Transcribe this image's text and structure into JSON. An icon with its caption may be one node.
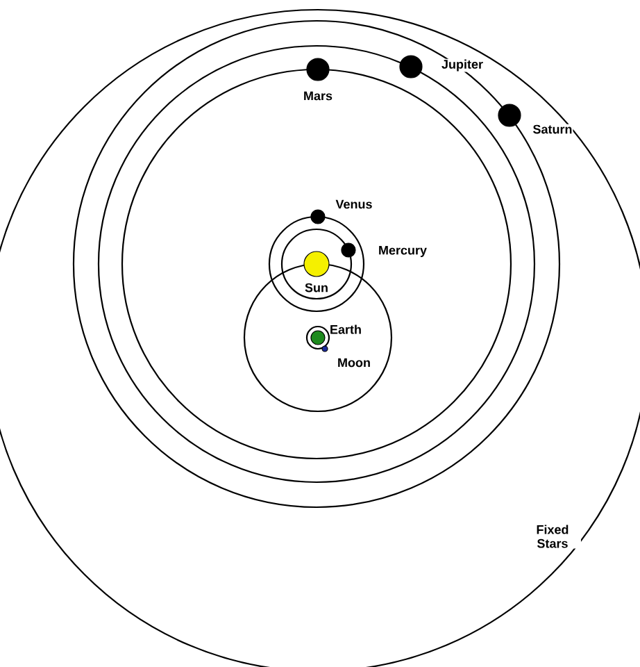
{
  "diagram": {
    "labels": [
      "Mars",
      "Jupiter",
      "Saturn",
      "Venus",
      "Mercury",
      "Sun",
      "Earth",
      "Moon",
      "Fixed Stars"
    ]
  }
}
